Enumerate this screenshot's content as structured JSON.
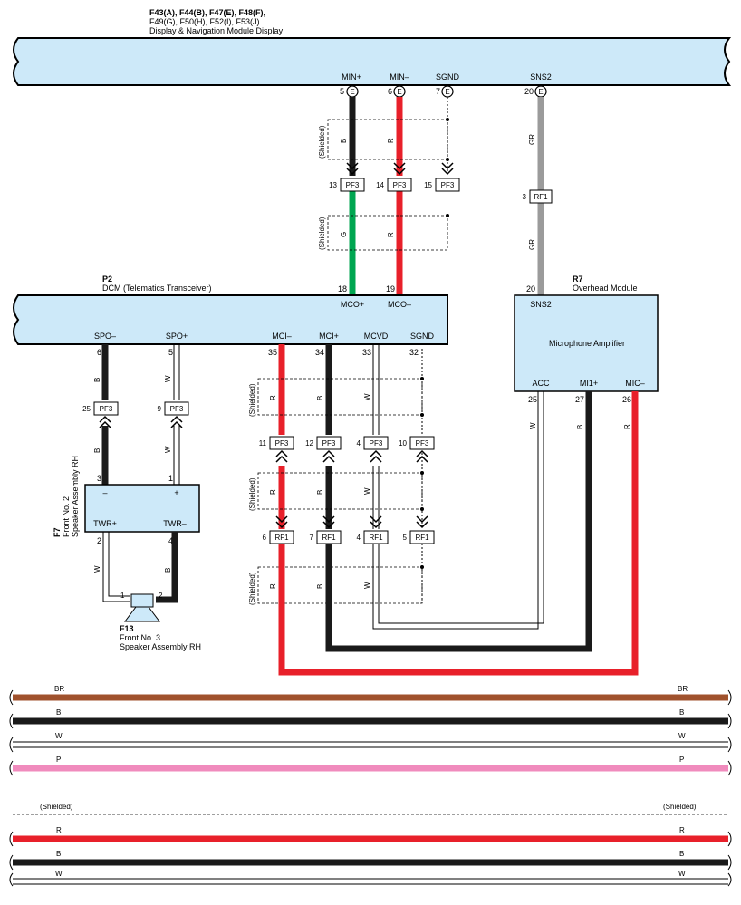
{
  "colors": {
    "module_fill": "#cde9f9",
    "black": "#1a1a1a",
    "red": "#e8202a",
    "green": "#00a651",
    "gray": "#9b9b9b",
    "white_wire": "#ffffff",
    "brown": "#a0522d",
    "pink": "#f08bbd"
  },
  "display_module": {
    "codes_line1": "F43(A), F44(B), F47(E), F48(F),",
    "codes_line2": "F49(G), F50(H), F52(I), F53(J)",
    "name": "Display & Navigation Module Display",
    "pins": [
      {
        "label": "MIN+",
        "num": "5",
        "conn": "E"
      },
      {
        "label": "MIN–",
        "num": "6",
        "conn": "E"
      },
      {
        "label": "SGND",
        "num": "7",
        "conn": "E"
      },
      {
        "label": "SNS2",
        "num": "20",
        "conn": "E"
      }
    ]
  },
  "dcm": {
    "code": "P2",
    "name": "DCM (Telematics Transceiver)",
    "top_pins": [
      {
        "label": "MCO+",
        "num": "18"
      },
      {
        "label": "MCO–",
        "num": "19"
      }
    ],
    "bottom_pins": [
      {
        "label": "SPO–",
        "num": "6"
      },
      {
        "label": "SPO+",
        "num": "5"
      },
      {
        "label": "MCI–",
        "num": "35"
      },
      {
        "label": "MCI+",
        "num": "34"
      },
      {
        "label": "MCVD",
        "num": "33"
      },
      {
        "label": "SGND",
        "num": "32"
      }
    ]
  },
  "overhead": {
    "code": "R7",
    "name": "Overhead Module",
    "inner": "Microphone Amplifier",
    "top_pin": {
      "label": "SNS2",
      "num": "20"
    },
    "bottom_pins": [
      {
        "label": "ACC",
        "num": "25"
      },
      {
        "label": "MI1+",
        "num": "27"
      },
      {
        "label": "MIC–",
        "num": "26"
      }
    ]
  },
  "speaker_assy": {
    "code": "F7",
    "name_line1": "Front No. 2",
    "name_line2": "Speaker Assembly RH",
    "pins_top": [
      {
        "label": "–",
        "num": "3"
      },
      {
        "label": "+",
        "num": "1"
      }
    ],
    "pins_bottom": [
      {
        "label": "TWR+",
        "num": "2"
      },
      {
        "label": "TWR–",
        "num": "4"
      }
    ]
  },
  "speaker": {
    "code": "F13",
    "name_line1": "Front No. 3",
    "name_line2": "Speaker Assembly RH",
    "pin1": "1",
    "pin2": "2"
  },
  "shield_label": "(Shielded)",
  "connectors": {
    "min_plus_pf3": {
      "num": "13",
      "id": "PF3"
    },
    "min_minus_pf3": {
      "num": "14",
      "id": "PF3"
    },
    "sgnd_pf3": {
      "num": "15",
      "id": "PF3"
    },
    "sns2_rf1": {
      "num": "3",
      "id": "RF1"
    },
    "spo_minus_pf3": {
      "num": "25",
      "id": "PF3"
    },
    "spo_plus_pf3": {
      "num": "9",
      "id": "PF3"
    },
    "mci_minus_pf3": {
      "num": "11",
      "id": "PF3"
    },
    "mci_plus_pf3": {
      "num": "12",
      "id": "PF3"
    },
    "mcvd_pf3": {
      "num": "4",
      "id": "PF3"
    },
    "sgnd2_pf3": {
      "num": "10",
      "id": "PF3"
    },
    "mci_minus_rf1": {
      "num": "6",
      "id": "RF1"
    },
    "mci_plus_rf1": {
      "num": "7",
      "id": "RF1"
    },
    "mcvd_rf1": {
      "num": "4",
      "id": "RF1"
    },
    "sgnd2_rf1": {
      "num": "5",
      "id": "RF1"
    }
  },
  "wire_labels": {
    "B": "B",
    "R": "R",
    "G": "G",
    "GR": "GR",
    "W": "W"
  },
  "legend": {
    "group1": [
      "BR",
      "B",
      "W",
      "P"
    ],
    "group2_shield": "(Shielded)",
    "group2": [
      "R",
      "B",
      "W"
    ]
  }
}
